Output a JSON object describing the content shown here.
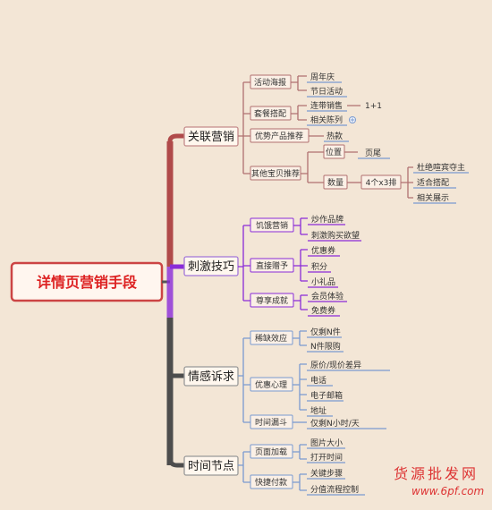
{
  "root": "详情页营销手段",
  "branches": [
    {
      "label": "关联营销",
      "color": "#b04a4a",
      "children": [
        {
          "label": "活动海报",
          "items": [
            "周年庆",
            "节日活动"
          ]
        },
        {
          "label": "套餐搭配",
          "items": [
            "连带销售",
            "相关陈列"
          ],
          "extra": "1+1"
        },
        {
          "label": "优势产品推荐",
          "items": [
            "热款"
          ]
        },
        {
          "label": "其他宝贝推荐",
          "sub": [
            {
              "label": "位置",
              "items": [
                "页尾"
              ]
            },
            {
              "label": "数量",
              "mid": "4个x3排",
              "items": [
                "杜绝喧宾夺主",
                "适合搭配",
                "相关展示"
              ]
            }
          ]
        }
      ]
    },
    {
      "label": "刺激技巧",
      "color": "#8a2bd8",
      "children": [
        {
          "label": "饥饿营销",
          "items": [
            "炒作品牌",
            "刺激购买欲望"
          ]
        },
        {
          "label": "直接赠予",
          "items": [
            "优惠券",
            "积分",
            "小礼品"
          ]
        },
        {
          "label": "尊享成就",
          "items": [
            "会员体验",
            "免费券"
          ]
        }
      ]
    },
    {
      "label": "情感诉求",
      "color": "#4d4d4d",
      "children": [
        {
          "label": "稀缺效应",
          "items": [
            "仅剩N件",
            "N件限购"
          ]
        },
        {
          "label": "优惠心理",
          "items": [
            "原价/现价差异",
            "电话",
            "电子邮箱",
            "地址"
          ]
        },
        {
          "label": "时间漏斗",
          "items": [
            "仅剩N小时/天"
          ]
        }
      ]
    },
    {
      "label": "时间节点",
      "color": "#555555",
      "children": [
        {
          "label": "页面加载",
          "items": [
            "图片大小",
            "打开时间"
          ]
        },
        {
          "label": "快捷付款",
          "items": [
            "关键步骤",
            "分值流程控制"
          ]
        }
      ]
    }
  ],
  "watermark": {
    "line1": "货源批发网",
    "line2": "www.6pf.com"
  },
  "colors": {
    "background": "#f3e6d6",
    "level3_line": "#7a9ad0",
    "branch_box": "#c8a2a2"
  }
}
